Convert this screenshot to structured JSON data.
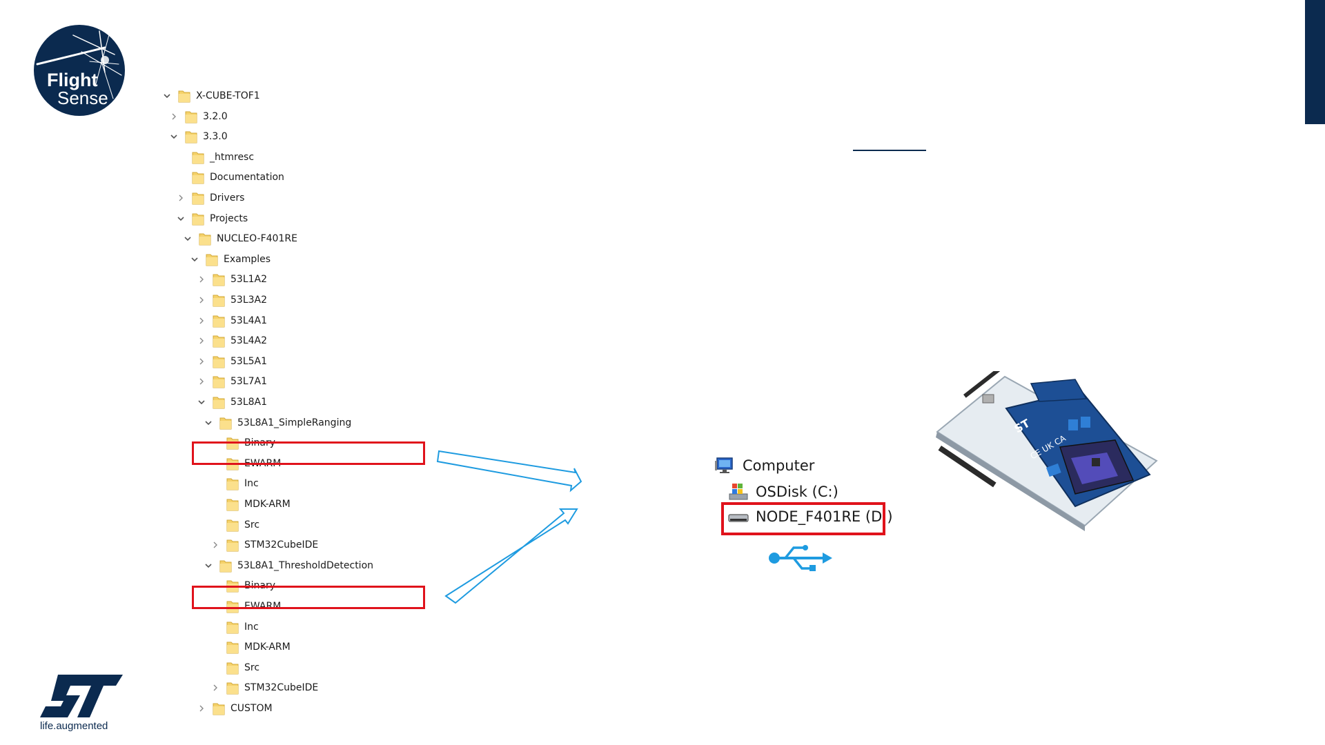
{
  "logo_flightsense": {
    "line1": "Flight",
    "line2": "Sense"
  },
  "tree": [
    {
      "label": "X-CUBE-TOF1",
      "chevron": "down"
    },
    {
      "label": "3.2.0",
      "chevron": "right"
    },
    {
      "label": "3.3.0",
      "chevron": "down"
    },
    {
      "label": "_htmresc",
      "chevron": "none"
    },
    {
      "label": "Documentation",
      "chevron": "none"
    },
    {
      "label": "Drivers",
      "chevron": "right"
    },
    {
      "label": "Projects",
      "chevron": "down"
    },
    {
      "label": "NUCLEO-F401RE",
      "chevron": "down"
    },
    {
      "label": "Examples",
      "chevron": "down"
    },
    {
      "label": "53L1A2",
      "chevron": "right"
    },
    {
      "label": "53L3A2",
      "chevron": "right"
    },
    {
      "label": "53L4A1",
      "chevron": "right"
    },
    {
      "label": "53L4A2",
      "chevron": "right"
    },
    {
      "label": "53L5A1",
      "chevron": "right"
    },
    {
      "label": "53L7A1",
      "chevron": "right"
    },
    {
      "label": "53L8A1",
      "chevron": "down"
    },
    {
      "label": "53L8A1_SimpleRanging",
      "chevron": "down"
    },
    {
      "label": "Binary",
      "chevron": "none"
    },
    {
      "label": "EWARM",
      "chevron": "none"
    },
    {
      "label": "Inc",
      "chevron": "none"
    },
    {
      "label": "MDK-ARM",
      "chevron": "none"
    },
    {
      "label": "Src",
      "chevron": "none"
    },
    {
      "label": "STM32CubeIDE",
      "chevron": "right"
    },
    {
      "label": "53L8A1_ThresholdDetection",
      "chevron": "down"
    },
    {
      "label": "Binary",
      "chevron": "none"
    },
    {
      "label": "EWARM",
      "chevron": "none"
    },
    {
      "label": "Inc",
      "chevron": "none"
    },
    {
      "label": "MDK-ARM",
      "chevron": "none"
    },
    {
      "label": "Src",
      "chevron": "none"
    },
    {
      "label": "STM32CubeIDE",
      "chevron": "right"
    },
    {
      "label": "CUSTOM",
      "chevron": "right"
    }
  ],
  "computer": {
    "computer_label": "Computer",
    "osdisk_label": "OSDisk (C:)",
    "drive_label": "NODE_F401RE (D:)"
  },
  "board_labels": {
    "text1": "ST",
    "text2": "CE UK CA"
  },
  "st_logo": {
    "tagline": "life.augmented"
  },
  "colors": {
    "highlight": "#e0121b",
    "arrow": "#1e9be0",
    "st_blue": "#0b2a4f",
    "folder": "#f5d26b"
  }
}
